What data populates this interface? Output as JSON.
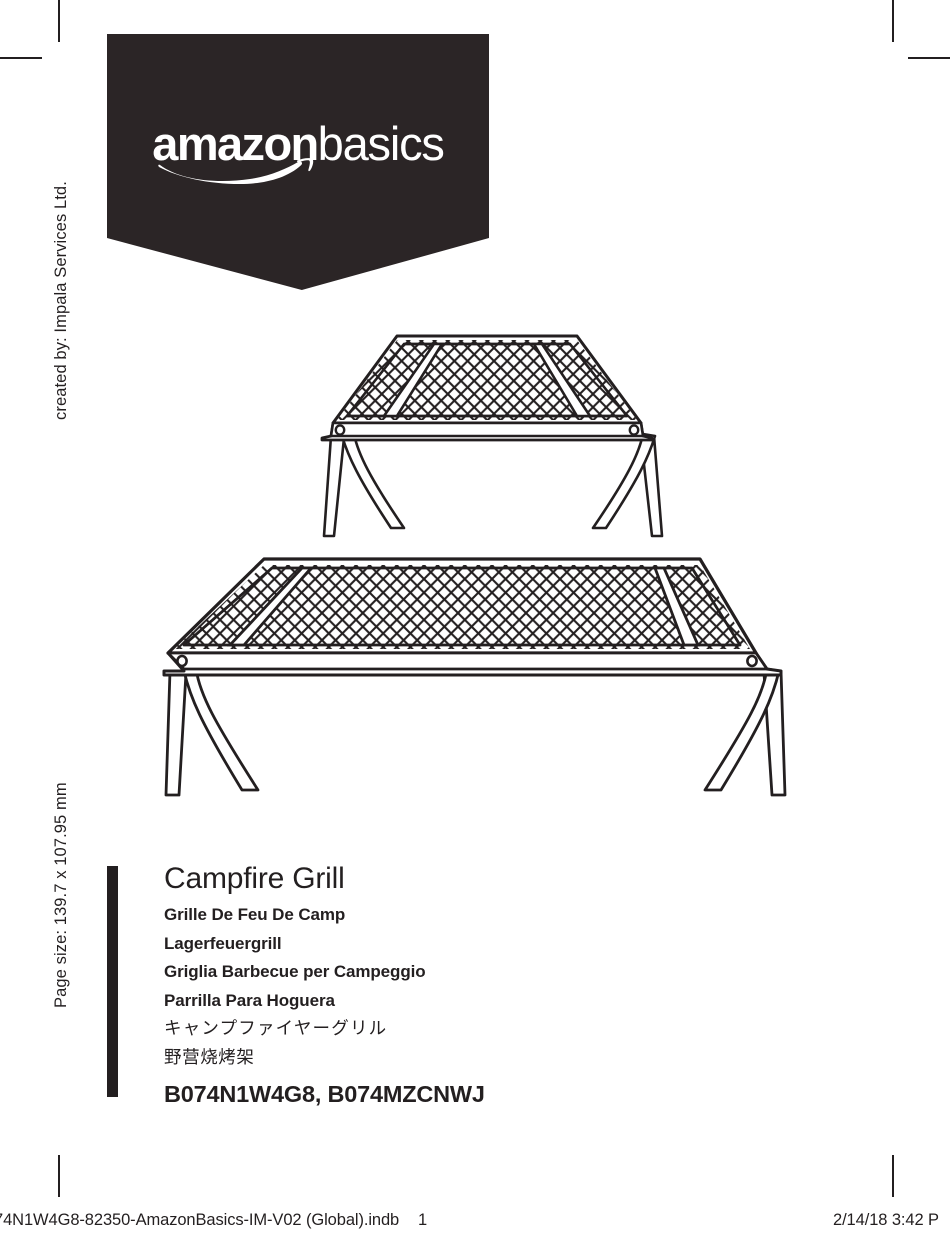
{
  "document": {
    "kind": "print-layout-proof",
    "background_color": "#ffffff",
    "ink_color": "#231f20"
  },
  "margin_notes": {
    "created_by": "created by: Impala Services Ltd.",
    "page_size": "Page size: 139.7 x 107.95 mm"
  },
  "banner": {
    "background_color": "#2b2526",
    "logo_word_1": "amazon",
    "logo_word_2": "basics",
    "logo_icon": "amazon-smile-swoosh-icon"
  },
  "illustrations": [
    {
      "name": "campfire-grill-small-line-art",
      "description": "Folding campfire grill, perspective line drawing, expanded mesh grate with two cross bars and four folding legs"
    },
    {
      "name": "campfire-grill-large-line-art",
      "description": "Wider folding campfire grill, perspective line drawing, expanded mesh grate with two cross bars and four folding legs"
    }
  ],
  "title_block": {
    "accent_bar_color": "#231f20",
    "product_title": "Campfire Grill",
    "translations": [
      "Grille De Feu De Camp",
      "Lagerfeuergrill",
      "Griglia Barbecue per Campeggio",
      "Parrilla Para Hoguera"
    ],
    "title_jp": "キャンプファイヤーグリル",
    "title_zh": "野营烧烤架",
    "model_numbers": "B074N1W4G8, B074MZCNWJ"
  },
  "footer": {
    "filename": "74N1W4G8-82350-AmazonBasics-IM-V02 (Global).indb",
    "page_number": "1",
    "timestamp": "2/14/18   3:42 P"
  }
}
